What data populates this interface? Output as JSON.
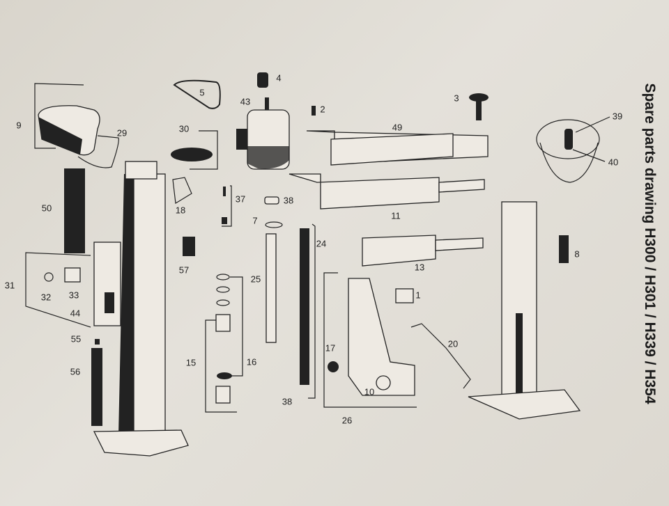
{
  "title": "Spare parts drawing H300 / H301 / H339 / H354",
  "part_labels": {
    "p1": "1",
    "p2": "2",
    "p3": "3",
    "p4": "4",
    "p5": "5",
    "p7": "7",
    "p8": "8",
    "p9": "9",
    "p10": "10",
    "p11": "11",
    "p13": "13",
    "p15": "15",
    "p16": "16",
    "p17": "17",
    "p18": "18",
    "p20": "20",
    "p24": "24",
    "p25": "25",
    "p26": "26",
    "p29": "29",
    "p30": "30",
    "p31": "31",
    "p32": "32",
    "p33": "33",
    "p37": "37",
    "p38a": "38",
    "p38b": "38",
    "p39": "39",
    "p40": "40",
    "p43": "43",
    "p44": "44",
    "p49": "49",
    "p50": "50",
    "p55": "55",
    "p56": "56",
    "p57": "57"
  }
}
